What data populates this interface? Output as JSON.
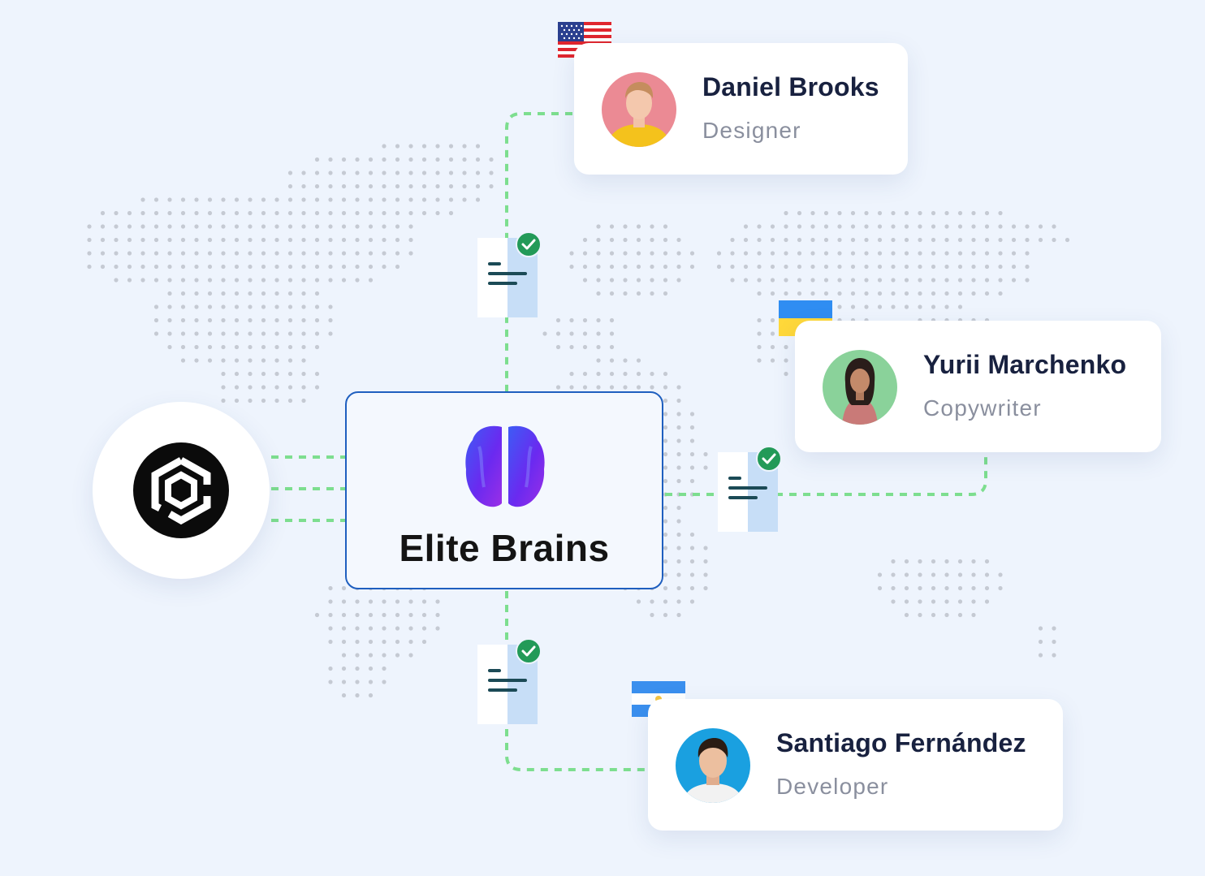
{
  "hub": {
    "title": "Elite Brains",
    "border_color": "#1f5fbf",
    "icon": "brain-icon"
  },
  "client": {
    "icon": "hexagon-logo-icon"
  },
  "people": [
    {
      "name": "Daniel Brooks",
      "role": "Designer",
      "flag": "usa-flag-icon",
      "avatar_bg": "#eb8a94"
    },
    {
      "name": "Yurii Marchenko",
      "role": "Copywriter",
      "flag": "ukraine-flag-icon",
      "avatar_bg": "#8ad29a"
    },
    {
      "name": "Santiago Fernández",
      "role": "Developer",
      "flag": "argentina-flag-icon",
      "avatar_bg": "#1aa0e0"
    }
  ],
  "documents": [
    {
      "icon": "document-icon",
      "status": "check-icon"
    },
    {
      "icon": "document-icon",
      "status": "check-icon"
    },
    {
      "icon": "document-icon",
      "status": "check-icon"
    }
  ],
  "colors": {
    "background": "#eef4fd",
    "connector": "#7dde8f",
    "check": "#239a58",
    "map_dot": "#c5cad3",
    "name_text": "#18213f",
    "role_text": "#8a8f9e"
  }
}
